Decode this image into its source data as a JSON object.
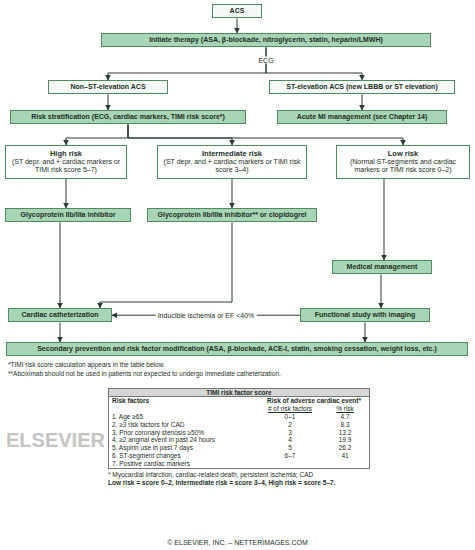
{
  "diagram": {
    "nodes": [
      {
        "text": [
          "ACS"
        ]
      },
      {
        "text": [
          "Initiate therapy (ASA, β-blockade, nitroglycerin, statin, heparin/LMWH)"
        ]
      },
      {
        "text": [
          "Non–ST-elevation ACS"
        ]
      },
      {
        "text": [
          "ST-elevation ACS (new LBBB or ST elevation)"
        ]
      },
      {
        "text": [
          "Risk stratification (ECG, cardiac markers, TIMI risk score*)"
        ]
      },
      {
        "text": [
          "Acute MI management (see Chapter 14)"
        ]
      },
      {
        "text": [
          "High risk",
          "(ST depr. and + cardiac markers or TIMI risk score 5–7)"
        ]
      },
      {
        "text": [
          "Intermediate risk",
          "(ST depr. and + cardiac markers or TIMI risk score 3–4)"
        ]
      },
      {
        "text": [
          "Low risk",
          "(Normal ST-segments and cardiac markers or TIMI risk score 0–2)"
        ]
      },
      {
        "text": [
          "Glycoprotein IIb/IIIa inhibitor"
        ]
      },
      {
        "text": [
          "Glycoprotein IIb/IIIa inhibitor** or clopidogrel"
        ]
      },
      {
        "text": [
          "Medical management"
        ]
      },
      {
        "text": [
          "Cardiac catheterization"
        ]
      },
      {
        "text": [
          "Functional study with imaging"
        ]
      },
      {
        "text": [
          "Secondary prevention and risk factor modification (ASA, β-blockade, ACE-I, statin, smoking cessation, weight loss, etc.)"
        ]
      }
    ],
    "edges": [
      {
        "from": 0,
        "to": 1,
        "arrow": "to"
      },
      {
        "from": 1,
        "to": 2,
        "label": "ECG",
        "arrow": "to"
      },
      {
        "from": 1,
        "to": 3,
        "arrow": "to"
      },
      {
        "from": 2,
        "to": 4,
        "arrow": "to"
      },
      {
        "from": 3,
        "to": 5,
        "arrow": "to"
      },
      {
        "from": 4,
        "to": 6,
        "arrow": "to"
      },
      {
        "from": 4,
        "to": 7,
        "arrow": "to"
      },
      {
        "from": 4,
        "to": 8,
        "arrow": "to"
      },
      {
        "from": 6,
        "to": 9,
        "arrow": "to"
      },
      {
        "from": 7,
        "to": 10,
        "arrow": "to"
      },
      {
        "from": 8,
        "to": 11,
        "arrow": "to"
      },
      {
        "from": 9,
        "to": 12,
        "arrow": "to"
      },
      {
        "from": 10,
        "to": 12,
        "arrow": "to"
      },
      {
        "from": 11,
        "to": 13,
        "arrow": "to"
      },
      {
        "from": 13,
        "to": 12,
        "label": "Inducible ischemia or EF <40%",
        "arrow": "to"
      },
      {
        "from": 12,
        "to": 14,
        "arrow": "to"
      },
      {
        "from": 13,
        "to": 14,
        "arrow": "to"
      }
    ],
    "labels": [
      "*TIMI risk score calculation appears in the table below.",
      "**Abciximab should not be used in patients not expected to undergo immediate catheterization.",
      "TIMI risk factor score",
      "Risk factors",
      "Risk of adverse cardiac event*",
      "# of risk factors",
      "% risk",
      "1. Age ≥65",
      "2. ≥3 risk factors for CAD",
      "3. Prior coronary stenosis ≥50%",
      "4. ≥2 anginal event in past 24 hours",
      "5. Aspirin use in past 7 days",
      "6. ST-segment changes",
      "7. Positive cardiac markers",
      "0–1",
      "4.7",
      "2",
      "8.3",
      "3",
      "13.2",
      "4",
      "19.9",
      "5",
      "26.2",
      "6–7",
      "41",
      "* Myocardial infarction, cardiac-related death, persistent ischemia; CAD",
      "Low risk = score 0–2, Intermediate risk = score 3–4, High risk = score 5–7.",
      "© ELSEVIER, INC. – NETTERIMAGES.COM",
      "ELSEVIER"
    ]
  }
}
